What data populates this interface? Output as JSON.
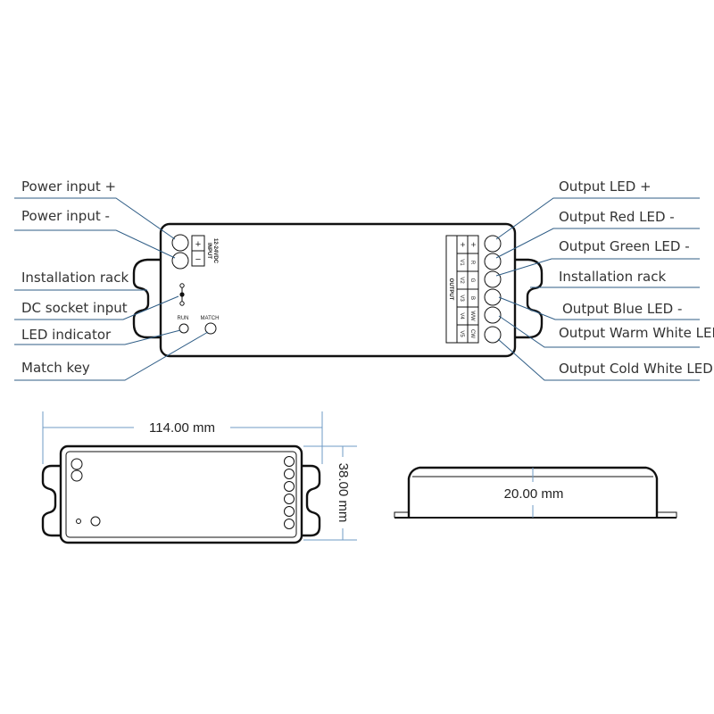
{
  "colors": {
    "leader_line": "#2f5d86",
    "dimension_line": "#6f9bc6",
    "outline": "#111111",
    "label_text": "#333333"
  },
  "left_labels": {
    "power_plus": "Power input +",
    "power_minus": "Power input -",
    "install_rack": "Installation rack",
    "dc_socket": "DC socket input",
    "led_indicator": "LED indicator",
    "match_key": "Match key"
  },
  "right_labels": {
    "out_plus": "Output LED +",
    "out_red": "Output Red LED -",
    "out_green": "Output Green LED -",
    "install_rack": "Installation rack",
    "out_blue": "Output Blue LED -",
    "out_warm": "Output Warm White LED -",
    "out_cold": "Output Cold White LED -"
  },
  "device": {
    "input_title": "INPUT",
    "input_voltage": "12-24VDC",
    "plus_sign": "+",
    "minus_sign": "−",
    "run_label": "RUN",
    "match_label": "MATCH",
    "output_title": "OUTPUT",
    "output_rows": [
      {
        "pin": "+",
        "channel": "+"
      },
      {
        "pin": "V1",
        "channel": "R"
      },
      {
        "pin": "V2",
        "channel": "G"
      },
      {
        "pin": "V3",
        "channel": "B"
      },
      {
        "pin": "V4",
        "channel": "WW"
      },
      {
        "pin": "V5",
        "channel": "CW"
      }
    ]
  },
  "dimensions": {
    "length": "114.00 mm",
    "width": "38.00 mm",
    "height": "20.00 mm"
  }
}
